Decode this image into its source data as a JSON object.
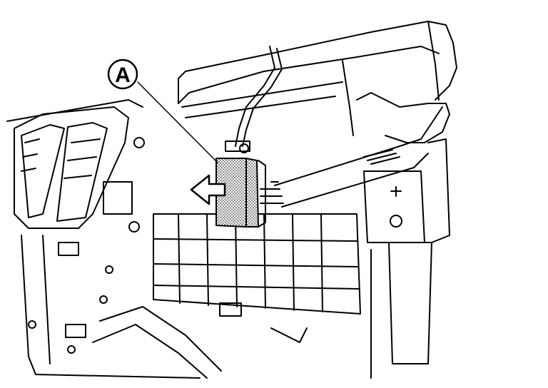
{
  "diagram": {
    "callouts": [
      {
        "label": "A",
        "target": "harness-connector"
      }
    ],
    "colors": {
      "line": "#000000",
      "background": "#ffffff",
      "connector_fill": "stipple"
    },
    "icons": {
      "direction_arrow": "arrow-left-icon"
    }
  }
}
